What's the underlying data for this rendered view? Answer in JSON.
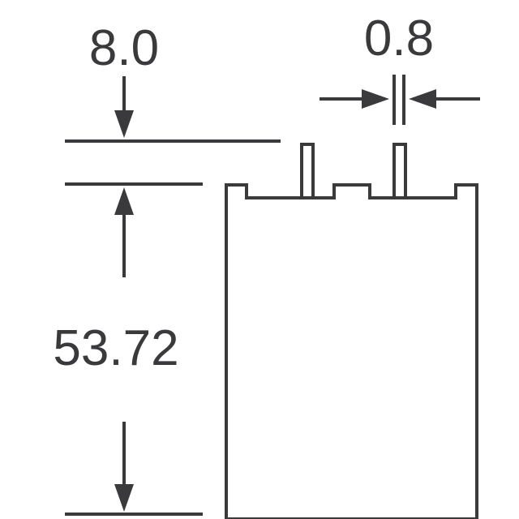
{
  "drawing": {
    "dimensions": {
      "top_offset": "8.0",
      "pin_width": "0.8",
      "body_height": "53.72"
    },
    "colors": {
      "line": "#3a3a3c",
      "background": "#ffffff"
    }
  }
}
